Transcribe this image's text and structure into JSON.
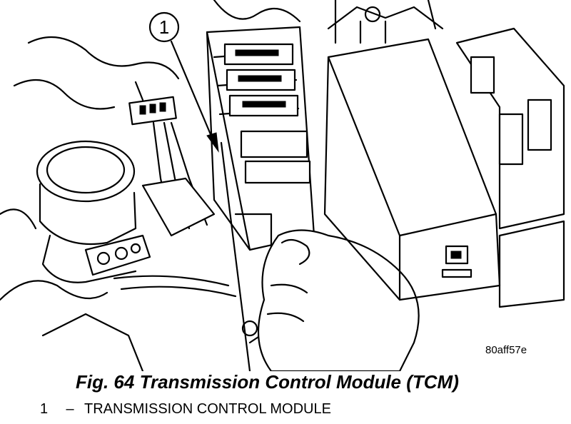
{
  "callout": {
    "number": "1"
  },
  "image_code": "80aff57e",
  "caption": "Fig. 64 Transmission Control Module (TCM)",
  "legend": [
    {
      "number": "1",
      "dash": "–",
      "label": "TRANSMISSION CONTROL MODULE"
    }
  ]
}
